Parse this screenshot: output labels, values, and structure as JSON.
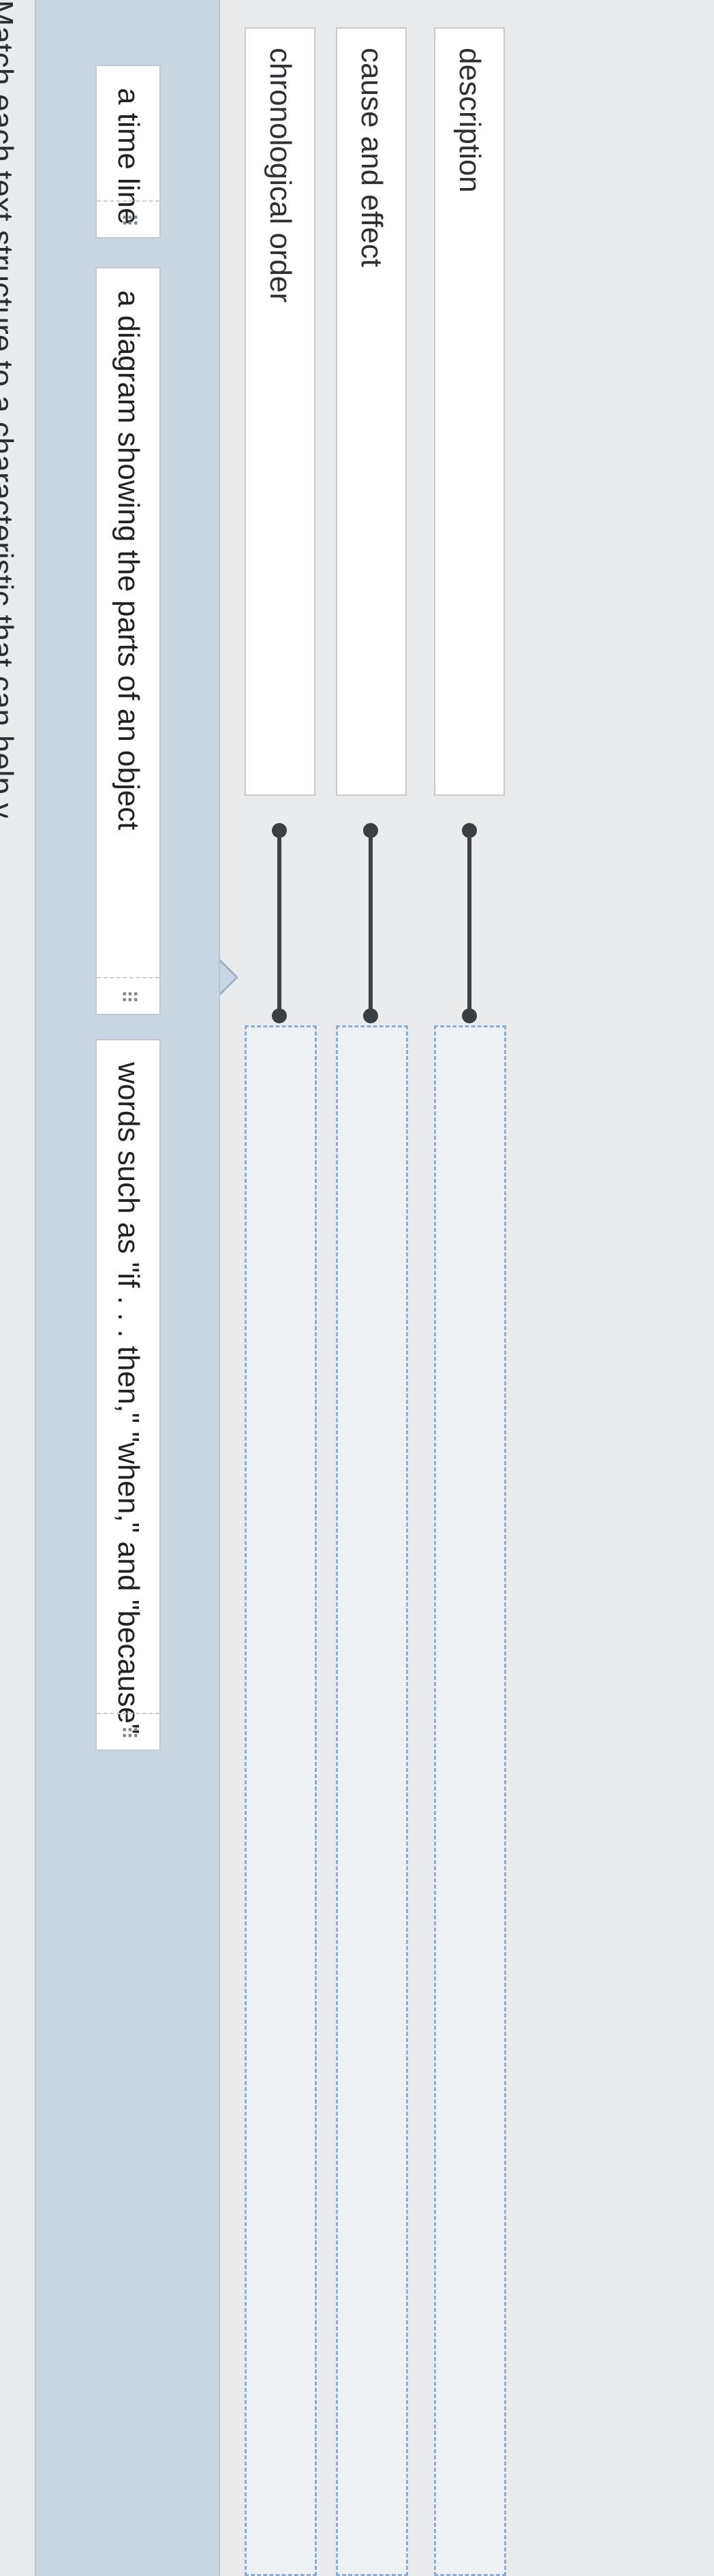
{
  "instruction": "Match each text structure to a characteristic that can help you identify it.",
  "answer_bank": {
    "items": [
      {
        "label": "a time line",
        "grip": "⠿"
      },
      {
        "label": "a diagram showing the parts of an object",
        "grip": "⠿"
      },
      {
        "label": "words such as \"if . . . then,\" \"when,\" and \"because\"",
        "grip": "⠿"
      }
    ]
  },
  "terms": [
    {
      "label": "chronological order"
    },
    {
      "label": "cause and effect"
    },
    {
      "label": "description"
    }
  ],
  "colors": {
    "bank_background": "#c9d6e2",
    "dropzone_border": "#8eaed0",
    "connector": "#3d4246"
  }
}
